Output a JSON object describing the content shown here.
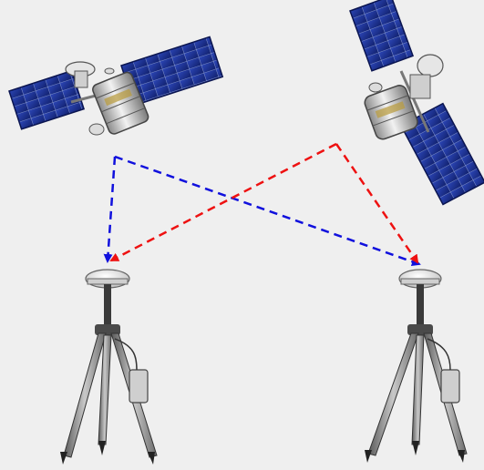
{
  "scene": {
    "background": "#efefef",
    "satellites": [
      {
        "name": "satellite-left"
      },
      {
        "name": "satellite-right"
      }
    ],
    "receivers": [
      {
        "name": "gps-receiver-left"
      },
      {
        "name": "gps-receiver-right"
      }
    ],
    "signals": [
      {
        "name": "signal-left-sat-to-left-receiver",
        "color": "#1010dd",
        "from": "satellite-left",
        "to": "gps-receiver-left"
      },
      {
        "name": "signal-left-sat-to-right-receiver",
        "color": "#1010dd",
        "from": "satellite-left",
        "to": "gps-receiver-right"
      },
      {
        "name": "signal-right-sat-to-left-receiver",
        "color": "#ee1111",
        "from": "satellite-right",
        "to": "gps-receiver-left"
      },
      {
        "name": "signal-right-sat-to-right-receiver",
        "color": "#ee1111",
        "from": "satellite-right",
        "to": "gps-receiver-right"
      }
    ],
    "colors": {
      "solar_panel": "#1c2f8a",
      "solar_panel_grid": "#9fb0e0",
      "satellite_body": "#d8d8d8",
      "tripod_leg": "#8a8a8a",
      "antenna_dome": "#ffffff"
    }
  }
}
